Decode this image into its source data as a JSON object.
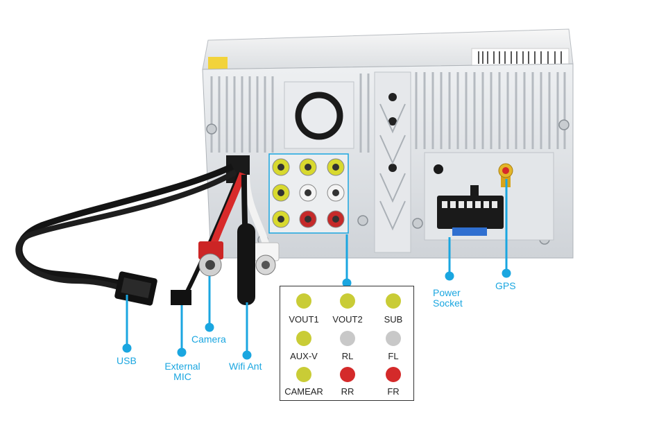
{
  "callouts": {
    "usb": "USB",
    "external_mic": "External\nMIC",
    "camera": "Camera",
    "wifi_ant": "Wifi Ant",
    "power_socket": "Power\nSocket",
    "gps": "GPS"
  },
  "legend": {
    "items": [
      {
        "label": "VOUT1",
        "color": "#c9cc36"
      },
      {
        "label": "VOUT2",
        "color": "#c9cc36"
      },
      {
        "label": "SUB",
        "color": "#c9cc36"
      },
      {
        "label": "AUX-V",
        "color": "#c9cc36"
      },
      {
        "label": "RL",
        "color": "#c8c8c8"
      },
      {
        "label": "FL",
        "color": "#c8c8c8"
      },
      {
        "label": "CAMEAR",
        "color": "#c9cc36"
      },
      {
        "label": "RR",
        "color": "#d42a2a"
      },
      {
        "label": "FR",
        "color": "#d42a2a"
      }
    ]
  },
  "colors": {
    "callout_blue": "#1aa6e0",
    "yellow_jack": "#c9cc36",
    "white_jack": "#c8c8c8",
    "red_jack": "#d42a2a"
  }
}
